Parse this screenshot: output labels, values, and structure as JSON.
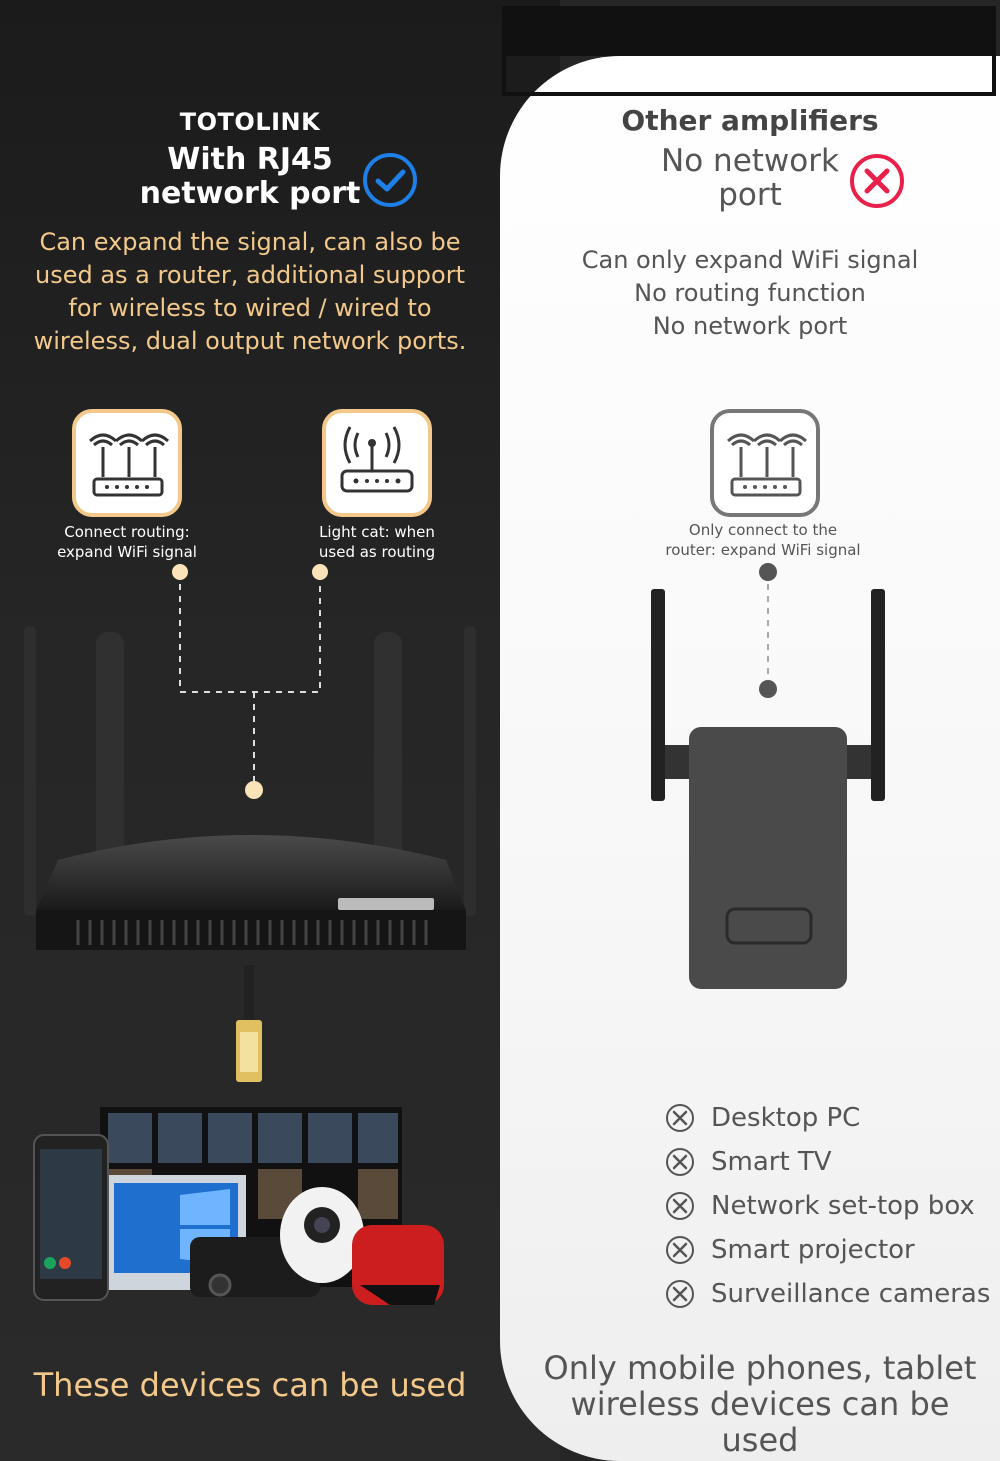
{
  "left": {
    "brand": "TOTOLINK",
    "heading_line1": "With RJ45",
    "heading_line2": "network port",
    "description": "Can expand the signal, can also be used as a router, additional support for wireless to wired / wired to wireless, dual output network ports.",
    "icon1_label_line1": "Connect routing:",
    "icon1_label_line2": "expand WiFi signal",
    "icon2_label_line1": "Light cat: when",
    "icon2_label_line2": "used as routing",
    "bottom_text": "These devices can be used",
    "accent_color": "#f3c98b",
    "check_color": "#1e7fe6"
  },
  "right": {
    "brand": "Other amplifiers",
    "heading_line1": "No network",
    "heading_line2": "port",
    "desc_line1": "Can only expand WiFi signal",
    "desc_line2": "No routing function",
    "desc_line3": "No network port",
    "icon_label_line1": "Only connect to the",
    "icon_label_line2": "router: expand WiFi signal",
    "devices": [
      "Desktop PC",
      "Smart TV",
      "Network set-top box",
      "Smart projector",
      "Surveillance cameras"
    ],
    "bottom_line1": "Only mobile phones, tablet",
    "bottom_line2": "wireless devices can be used",
    "cross_color": "#e8204a"
  }
}
